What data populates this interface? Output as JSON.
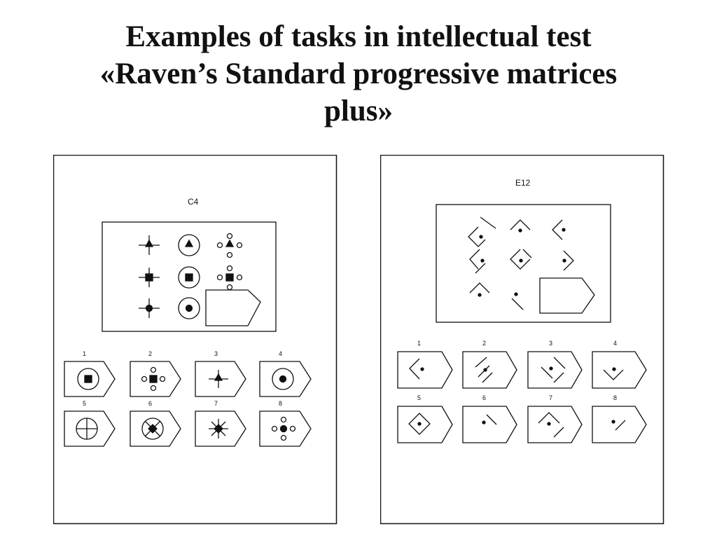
{
  "title": {
    "line1": "Examples of tasks in intellectual test",
    "line2": "«Raven’s Standard progressive matrices",
    "line3": "plus»"
  },
  "left_panel": {
    "code": "C4",
    "options": [
      "1",
      "2",
      "3",
      "4",
      "5",
      "6",
      "7",
      "8"
    ]
  },
  "right_panel": {
    "code": "E12",
    "options": [
      "1",
      "2",
      "3",
      "4",
      "5",
      "6",
      "7",
      "8"
    ]
  },
  "colors": {
    "ink": "#111111",
    "background": "#ffffff"
  }
}
